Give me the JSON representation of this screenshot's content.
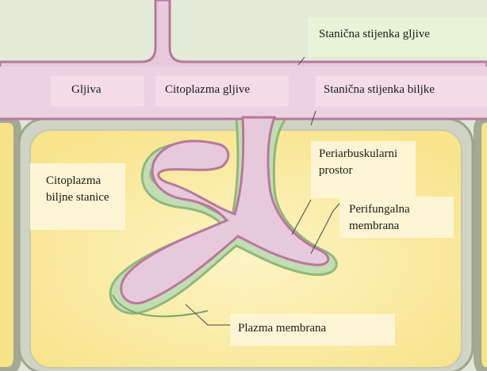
{
  "labels": {
    "fungal_wall": "Stanična stijenka gljive",
    "fungus": "Gljiva",
    "fungal_cytoplasm": "Citoplazma gljive",
    "plant_wall": "Stanična stijenka biljke",
    "periarbuscular": "Periarbuskularni prostor",
    "plant_cytoplasm": "Citoplazma biljne stanice",
    "perifungal": "Perifungalna membrana",
    "plasma_membrane": "Plazma membrana"
  },
  "colors": {
    "fungus_fill": "#e7c9dc",
    "fungus_outline": "#b7789c",
    "cell_wall": "#cfd4c4",
    "cell_wall_dark": "#9ea58f",
    "plant_cytoplasm": "#fbeea8",
    "periarbuscular_space": "#c2ddb2",
    "label_box_green": "#e8f3d7",
    "label_box_pink": "#f4dde9",
    "label_box_cream": "#fdf5d4"
  }
}
